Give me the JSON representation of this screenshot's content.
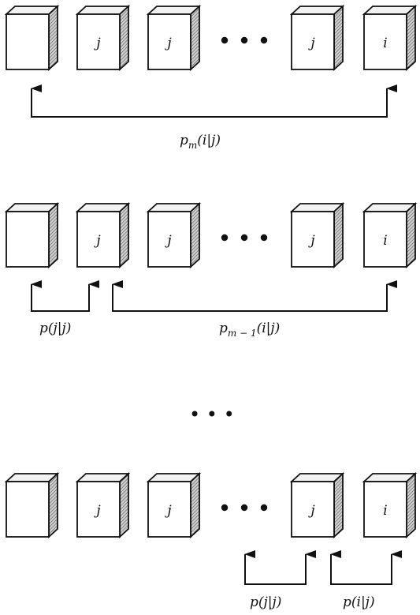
{
  "colors": {
    "ink": "#111111",
    "side_hatch": "#555555",
    "background": "#ffffff"
  },
  "rows": [
    {
      "boxes": [
        "",
        "j",
        "j",
        "j",
        "i"
      ],
      "labels": [
        "p",
        "m",
        "(i|j)"
      ]
    },
    {
      "boxes": [
        "",
        "j",
        "j",
        "j",
        "i"
      ],
      "labels_left": "p(j|j)",
      "labels_right": [
        "p",
        "m − 1",
        "(i|j)"
      ]
    },
    {
      "boxes": [
        "",
        "j",
        "j",
        "j",
        "i"
      ],
      "label_left": "p(j|j)",
      "label_right": "p(i|j)"
    }
  ],
  "ellipsis": "•  •  •"
}
